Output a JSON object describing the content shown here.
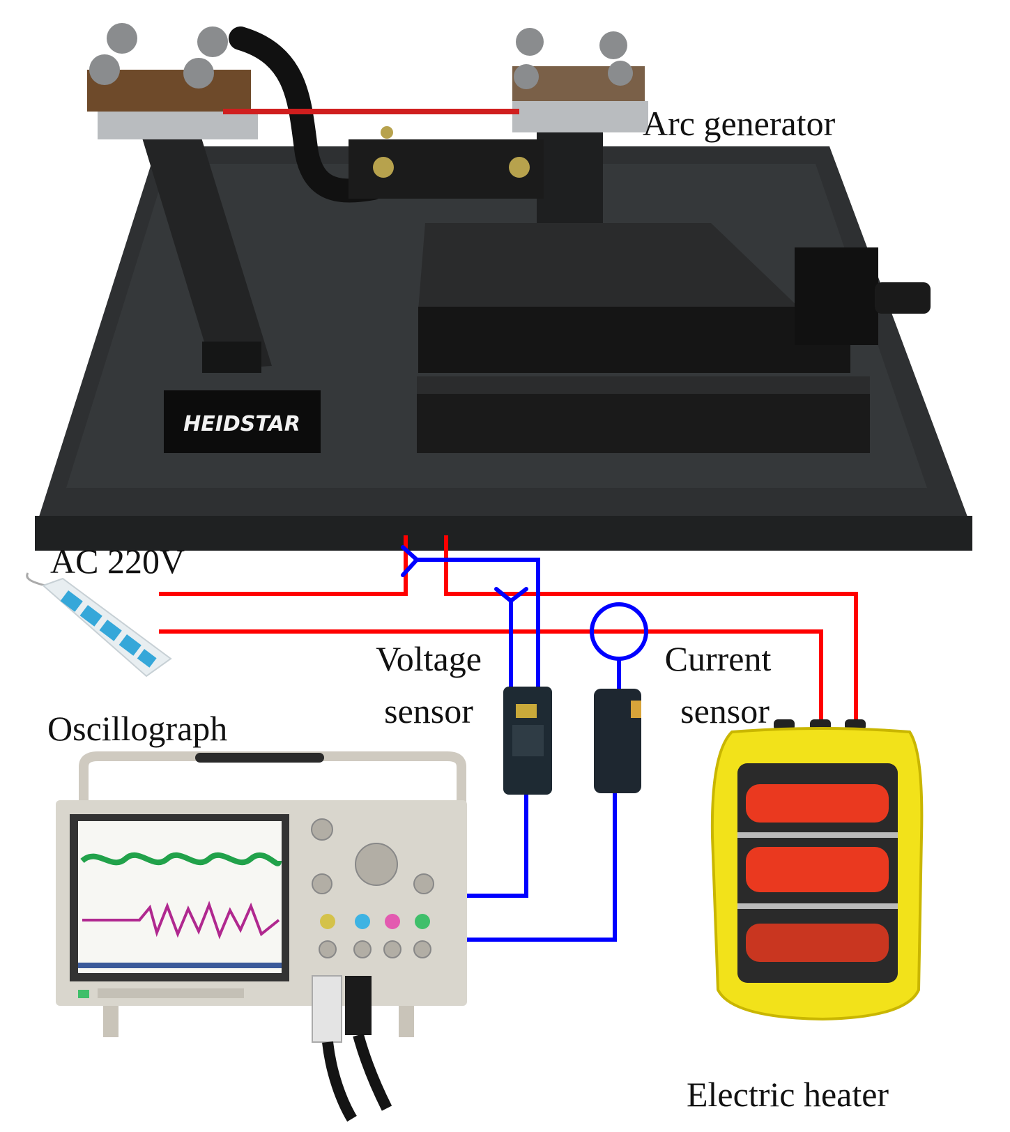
{
  "labels": {
    "arc_generator": "Arc generator",
    "ac_source": "AC 220V",
    "voltage_sensor_line1": "Voltage",
    "voltage_sensor_line2": "sensor",
    "current_sensor_line1": "Current",
    "current_sensor_line2": "sensor",
    "oscillograph": "Oscillograph",
    "electric_heater": "Electric heater"
  },
  "logo_text": "HEIDSTAR",
  "colors": {
    "power_wire": "#ff0000",
    "signal_wire": "#0000ff",
    "device_dark": "#1c1c1c",
    "board": "#2e3032",
    "heater_body": "#f2e21a",
    "heater_glow": "#ff3b1e",
    "scope_body": "#d9d6cd",
    "strip_body": "#e8eef1",
    "socket": "#35a7d9"
  },
  "icons": {
    "arc_generator": "arc-generator-apparatus",
    "power_strip": "power-strip-icon",
    "voltage_sensor": "voltage-sensor-probe-icon",
    "current_sensor": "current-clamp-icon",
    "oscillograph": "oscilloscope-icon",
    "heater": "electric-heater-icon"
  }
}
